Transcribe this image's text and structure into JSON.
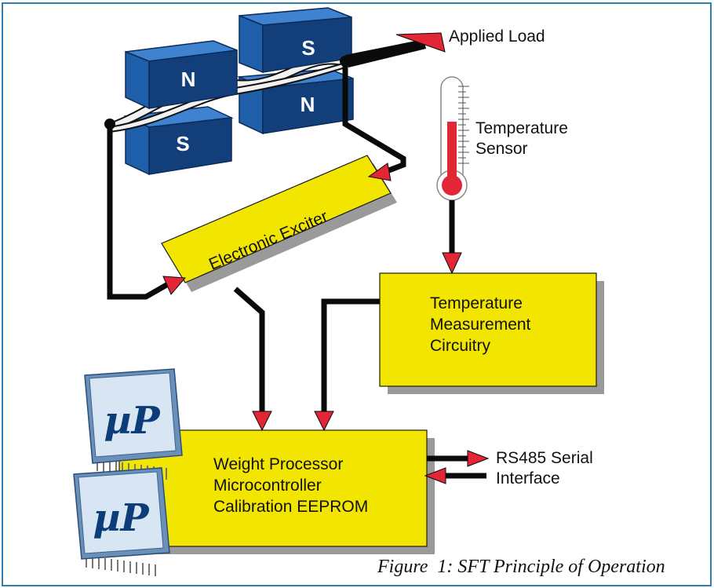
{
  "labels": {
    "applied_load": "Applied Load",
    "temperature_sensor_line1": "Temperature",
    "temperature_sensor_line2": "Sensor",
    "electronic_exciter": "Electronic Exciter",
    "temp_meas_line1": "Temperature",
    "temp_meas_line2": "Measurement",
    "temp_meas_line3": "Circuitry",
    "processor_line1": "Weight Processor",
    "processor_line2": "Microcontroller",
    "processor_line3": "Calibration EEPROM",
    "rs485_line1": "RS485 Serial",
    "rs485_line2": "Interface",
    "caption": "Figure  1: SFT Principle of Operation"
  },
  "magnets": {
    "top_left": "N",
    "bottom_left": "S",
    "top_right": "S",
    "bottom_right": "N"
  },
  "chips": {
    "top": "µP",
    "bottom": "µP"
  },
  "colors": {
    "frame": "#2f7fae",
    "box_fill": "#f2e600",
    "arrow": "#e32636",
    "magnet": "#1f5ea8",
    "wire": "#0a0a0a"
  }
}
